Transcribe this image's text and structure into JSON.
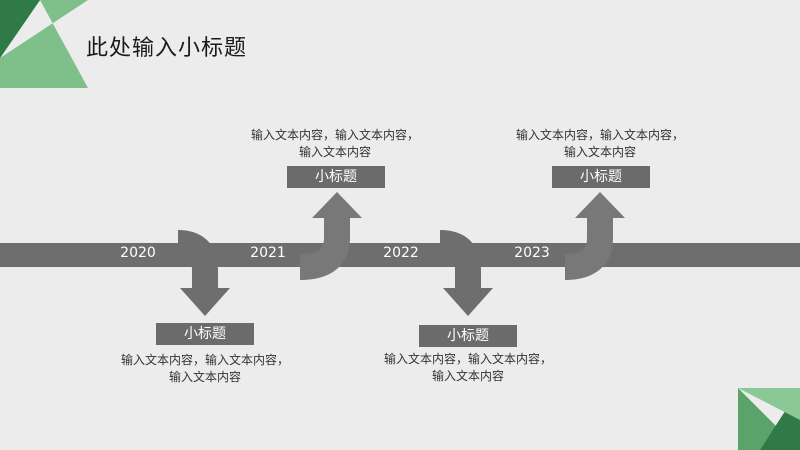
{
  "slide": {
    "title": "此处输入小标题",
    "accent_color": "#5aa36a",
    "timeline_color": "#6e6e6e"
  },
  "timeline": {
    "years": [
      "2020",
      "2021",
      "2022",
      "2023"
    ],
    "items": [
      {
        "year": "2020",
        "position": "below",
        "subtitle": "小标题",
        "description": "输入文本内容，输入文本内容，输入文本内容"
      },
      {
        "year": "2021",
        "position": "above",
        "subtitle": "小标题",
        "description": "输入文本内容，输入文本内容，输入文本内容"
      },
      {
        "year": "2022",
        "position": "below",
        "subtitle": "小标题",
        "description": "输入文本内容，输入文本内容，输入文本内容"
      },
      {
        "year": "2023",
        "position": "above",
        "subtitle": "小标题",
        "description": "输入文本内容，输入文本内容，输入文本内容"
      }
    ]
  }
}
